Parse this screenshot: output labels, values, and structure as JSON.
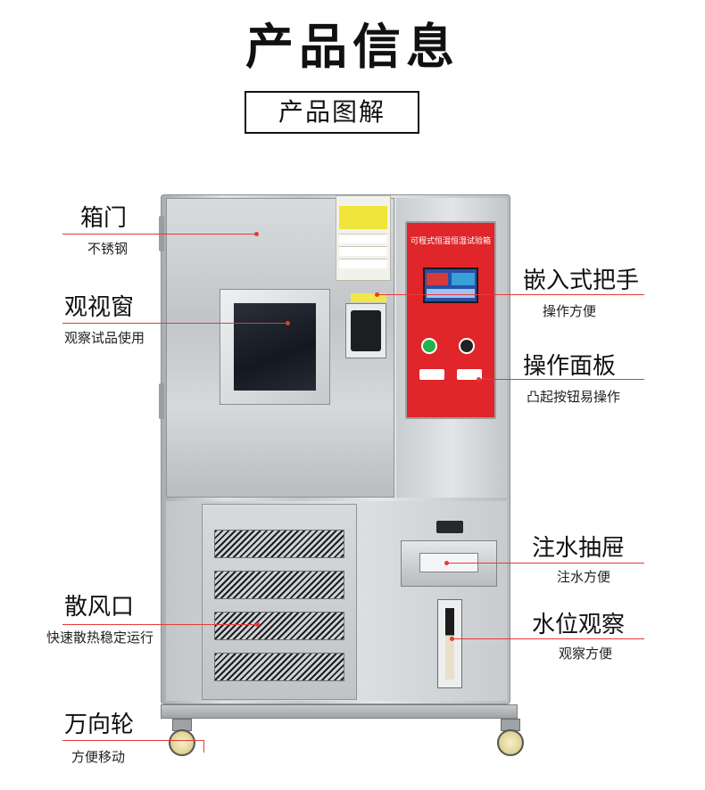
{
  "header": {
    "title": "产品信息",
    "subtitle": "产品图解"
  },
  "labels": {
    "door": {
      "name": "箱门",
      "desc": "不锈钢"
    },
    "window": {
      "name": "观视窗",
      "desc": "观察试品使用"
    },
    "vent": {
      "name": "散风口",
      "desc": "快速散热稳定运行"
    },
    "caster": {
      "name": "万向轮",
      "desc": "方便移动"
    },
    "handle": {
      "name": "嵌入式把手",
      "desc": "操作方便"
    },
    "panel": {
      "name": "操作面板",
      "desc": "凸起按钮易操作"
    },
    "drawer": {
      "name": "注水抽屉",
      "desc": "注水方便"
    },
    "gauge": {
      "name": "水位观察",
      "desc": "观察方便"
    }
  },
  "machine": {
    "panel_title": "可程式恒温恒湿试验箱",
    "accent_red": "#e0262b",
    "leader_red": "#e53a3a"
  }
}
